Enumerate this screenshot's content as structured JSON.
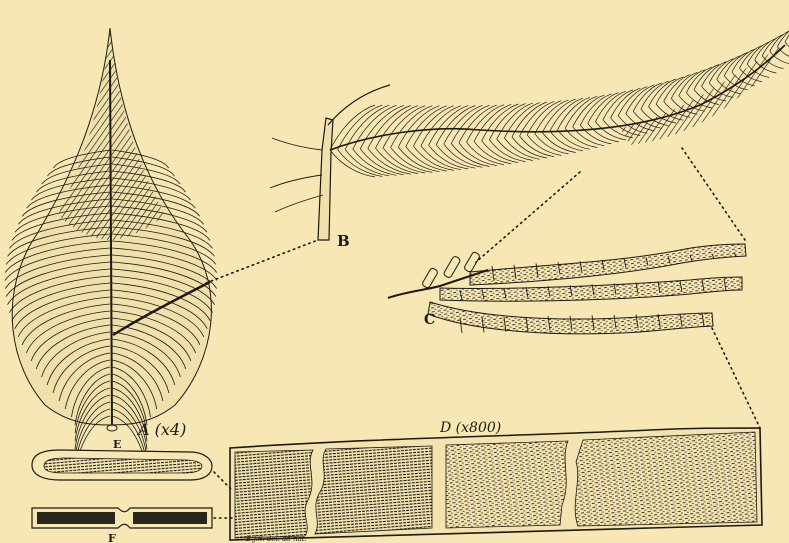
{
  "colors": {
    "paper": "#f6e7b4",
    "ink": "#1c1a14",
    "shade": "#3a3426"
  },
  "labels": {
    "a": "A (x4)",
    "b": "B",
    "c": "C",
    "d": "D (x800)",
    "e": "E",
    "f": "F",
    "credit": "E.J.S. del. ad nat."
  }
}
